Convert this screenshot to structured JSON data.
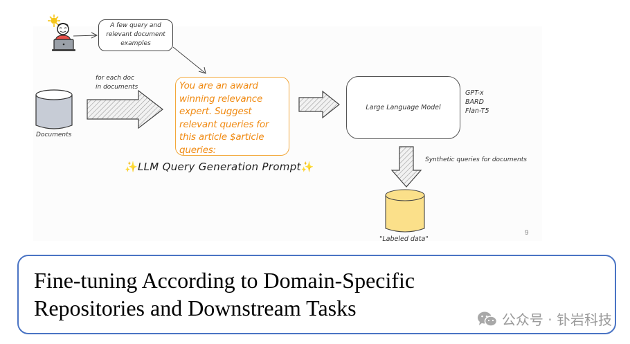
{
  "diagram": {
    "examples_box_lines": [
      "A few query and",
      "relevant document",
      "examples"
    ],
    "documents_label": "Documents",
    "for_each_lines": [
      "for each doc",
      "in documents"
    ],
    "prompt_text": "You are an award winning relevance expert. Suggest relevant queries for this article $article queries:",
    "prompt_title": "LLM Query Generation Prompt",
    "sparkle_left": "✨",
    "sparkle_right": "✨",
    "llm_label": "Large Language Model",
    "models": [
      "GPT-x",
      "BARD",
      "Flan-T5"
    ],
    "synthetic_label": "Synthetic queries for documents",
    "labeled_data_label": "\"Labeled data\"",
    "page_number": "9",
    "colors": {
      "prompt_orange": "#f08a12",
      "documents_fill": "#c7ccd6",
      "labeled_fill": "#fbe08a",
      "person_shirt": "#e8504a",
      "sun": "#f5c518"
    }
  },
  "caption": {
    "lines": [
      "Fine-tuning According to Domain-Specific",
      "Repositories and Downstream Tasks"
    ],
    "border_color": "#4a74c4"
  },
  "watermark": {
    "icon": "wechat-icon",
    "text": "公众号 · 钋岩科技"
  }
}
